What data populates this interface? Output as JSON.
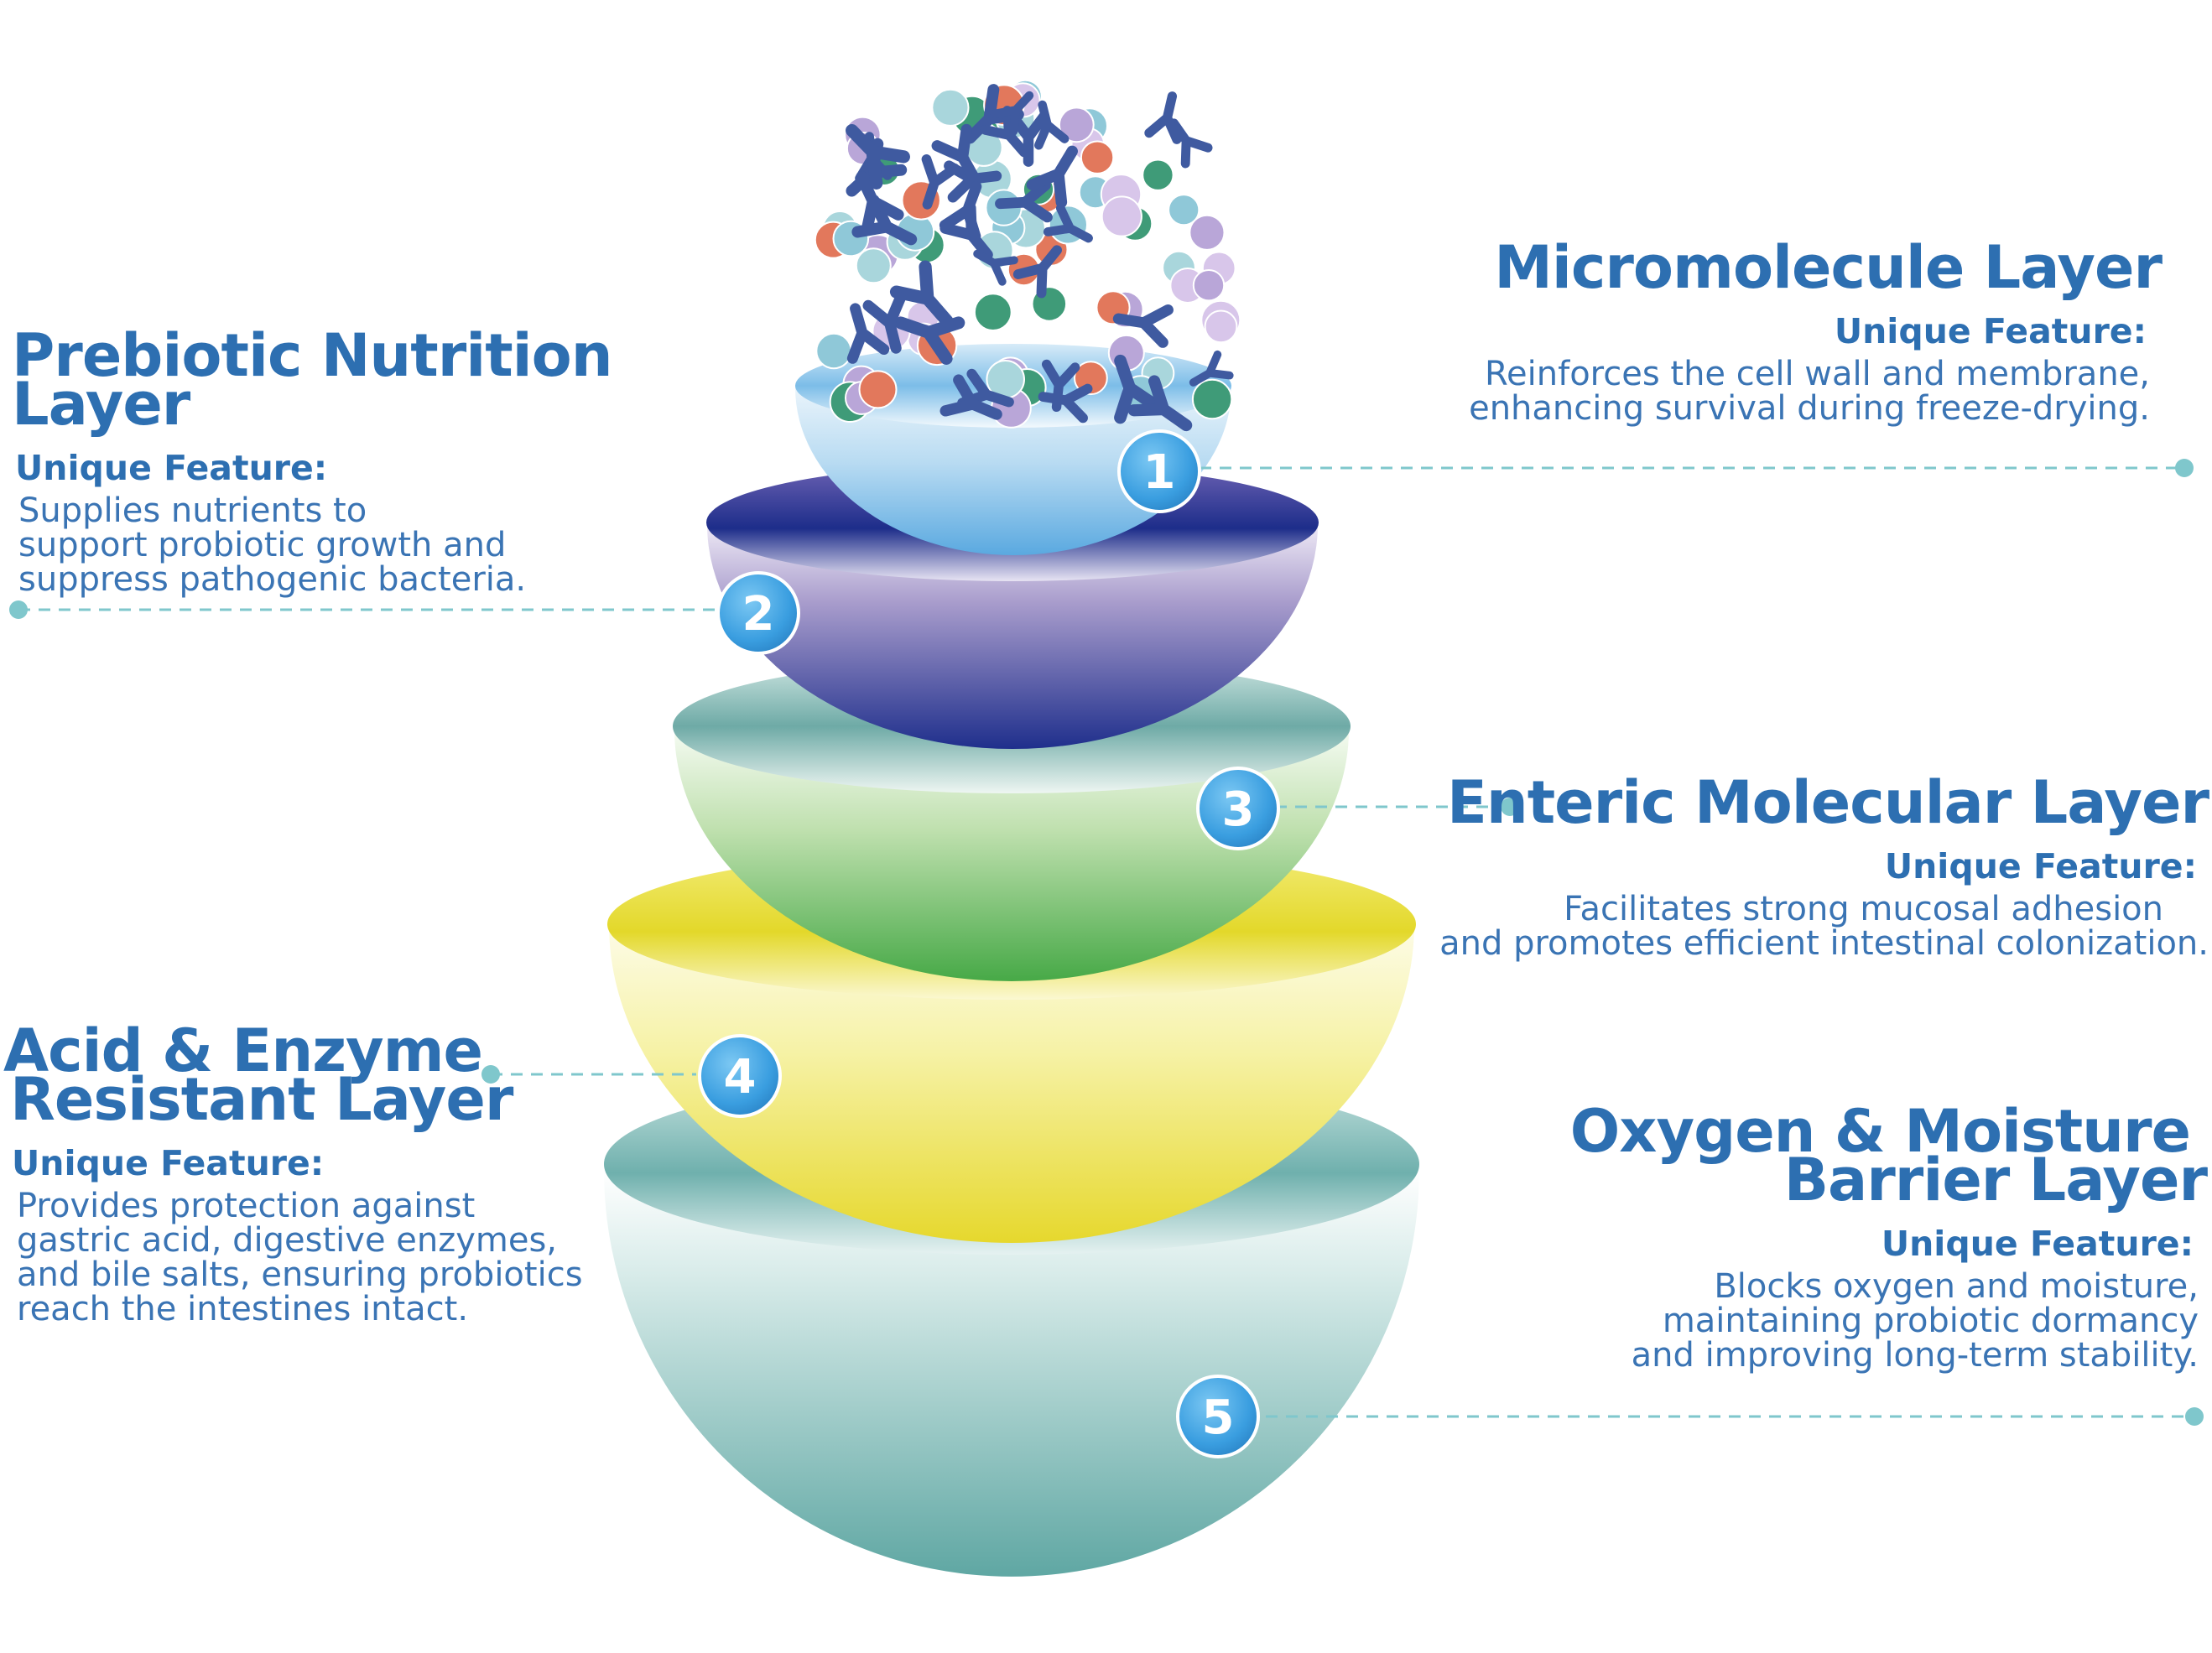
{
  "layers": [
    {
      "number": "1",
      "title": "Micromolecule Layer",
      "feature_label": "Unique Feature:",
      "description_lines": [
        "Reinforces the cell wall and membrane,",
        "enhancing survival during freeze-drying."
      ]
    },
    {
      "number": "2",
      "title": "Prebiotic Nutrition Layer",
      "feature_label": "Unique Feature:",
      "description_lines": [
        "Supplies nutrients to",
        "support probiotic growth and",
        "suppress pathogenic bacteria."
      ]
    },
    {
      "number": "3",
      "title": "Enteric Molecular Layer",
      "feature_label": "Unique Feature:",
      "description_lines": [
        "Facilitates strong mucosal adhesion",
        "and promotes efficient intestinal colonization."
      ]
    },
    {
      "number": "4",
      "title_lines": [
        "Acid & Enzyme",
        "Resistant Layer"
      ],
      "feature_label": "Unique Feature:",
      "description_lines": [
        "Provides protection against",
        "gastric acid, digestive enzymes,",
        "and bile salts, ensuring probiotics",
        "reach the intestines intact."
      ]
    },
    {
      "number": "5",
      "title_lines": [
        "Oxygen & Moisture",
        "Barrier Layer"
      ],
      "feature_label": "Unique Feature:",
      "description_lines": [
        "Blocks oxygen and moisture,",
        "maintaining probiotic dormancy",
        "and improving long-term stability."
      ]
    }
  ],
  "colors": {
    "text_blue": "#2d6fb1",
    "connector": "#7fc7cc",
    "badge": "#3a9ee0",
    "layer1": "#8ec6ec",
    "layer2": "#2e3a96",
    "layer3": "#5cb85a",
    "layer4": "#e8dd3a",
    "layer5": "#6fb0ad",
    "molecule_y": "#3f5aa0"
  }
}
